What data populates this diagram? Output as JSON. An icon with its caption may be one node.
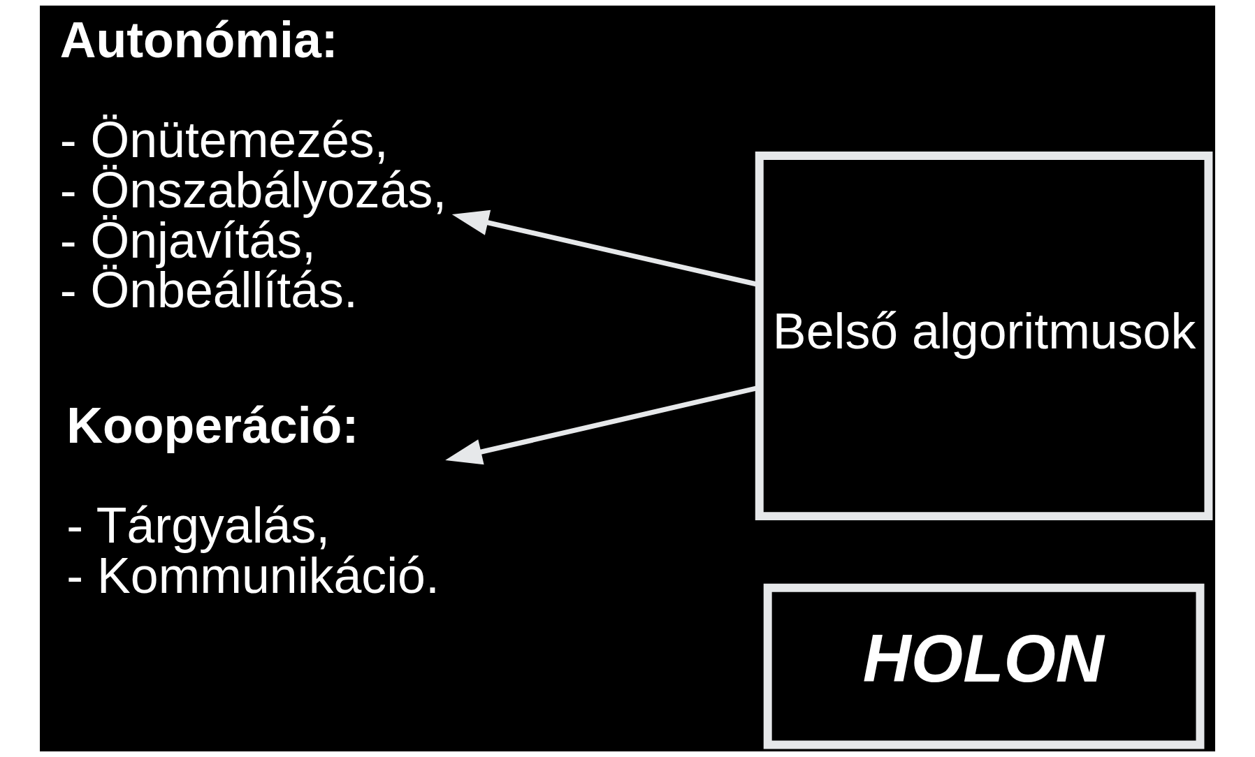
{
  "diagram": {
    "nodes": [
      {
        "text": [
          "HOLON"
        ]
      },
      {
        "text": [
          "Belső algoritmusok"
        ]
      },
      {
        "text": [
          "Autonómia:",
          "- Önütemezés,",
          "- Önszabályozás,",
          "- Önjavítás,",
          "- Önbeállítás."
        ]
      },
      {
        "text": [
          "Kooperáció:",
          "- Tárgyalás,",
          "- Kommunikáció."
        ]
      }
    ],
    "edges": [
      {
        "from": 1,
        "to": 2,
        "arrow": "to"
      },
      {
        "from": 1,
        "to": 3,
        "arrow": "to"
      }
    ]
  }
}
